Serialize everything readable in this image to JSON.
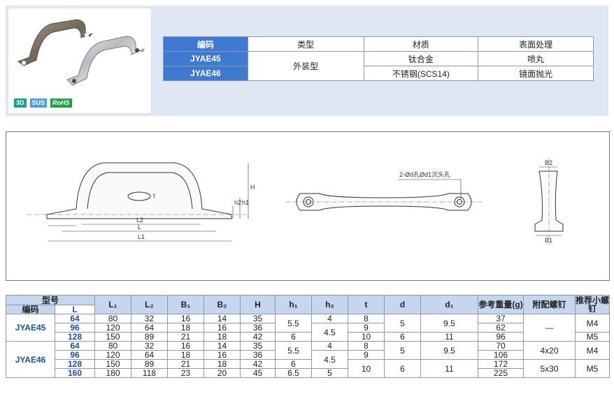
{
  "badges": {
    "b3d": "3D",
    "bsus": "SUS",
    "brohs": "RoHS"
  },
  "spec": {
    "headers": [
      "编码",
      "类型",
      "材质",
      "表面处理"
    ],
    "rows": [
      {
        "code": "JYAE45",
        "material": "钛合金",
        "finish": "喷丸"
      },
      {
        "code": "JYAE46",
        "material": "不锈钢(SCS14)",
        "finish": "镜面抛光"
      }
    ],
    "type": "外装型"
  },
  "drawing": {
    "labels": {
      "L2": "L2",
      "L": "L",
      "L1": "L1",
      "H": "H",
      "h1": "h1",
      "h2": "h2",
      "t": "t",
      "B1": "B1",
      "B2": "B2",
      "hole": "2-Ød孔Ød1沉头孔"
    }
  },
  "dims": {
    "group_header": "型号",
    "code_header": "编码",
    "L_header": "L",
    "cols": [
      "L₁",
      "L₂",
      "B₁",
      "B₂",
      "H",
      "h₁",
      "h₂",
      "t",
      "d",
      "d₁",
      "参考重量(g)",
      "附配螺钉",
      "推荐小螺钉"
    ],
    "groups": [
      {
        "code": "JYAE45",
        "rows": [
          {
            "L": "64",
            "L1": "80",
            "L2": "32",
            "B1": "16",
            "B2": "14",
            "H": "35",
            "h2": "4",
            "t": "8",
            "w": "37"
          },
          {
            "L": "96",
            "L1": "120",
            "L2": "64",
            "B1": "18",
            "B2": "16",
            "H": "36",
            "t": "9",
            "w": "62"
          },
          {
            "L": "128",
            "L1": "150",
            "L2": "89",
            "B1": "21",
            "B2": "18",
            "H": "42",
            "h1": "6",
            "t": "10",
            "d": "6",
            "d1": "11",
            "w": "96"
          }
        ],
        "h1a": "5.5",
        "h2b": "4.5",
        "da": "5",
        "d1a": "9.5",
        "screw": "—",
        "rec1": "M4",
        "rec2": "M5"
      },
      {
        "code": "JYAE46",
        "rows": [
          {
            "L": "64",
            "L1": "80",
            "L2": "32",
            "B1": "16",
            "B2": "14",
            "H": "35",
            "h2": "4",
            "t": "8",
            "w": "70"
          },
          {
            "L": "96",
            "L1": "120",
            "L2": "64",
            "B1": "18",
            "B2": "16",
            "H": "36",
            "t": "9",
            "w": "106"
          },
          {
            "L": "128",
            "L1": "150",
            "L2": "89",
            "B1": "21",
            "B2": "18",
            "H": "42",
            "h1": "6",
            "w": "172"
          },
          {
            "L": "160",
            "L1": "180",
            "L2": "118",
            "B1": "23",
            "B2": "20",
            "H": "45",
            "h1": "6.5",
            "h2": "5",
            "w": "225"
          }
        ],
        "h1a": "5.5",
        "h2b": "4.5",
        "da": "5",
        "d1a": "9.5",
        "t2": "10",
        "d2": "6",
        "d12": "11",
        "screw1": "4x20",
        "screw2": "5x30",
        "rec1": "M4",
        "rec2": "M5"
      }
    ]
  }
}
